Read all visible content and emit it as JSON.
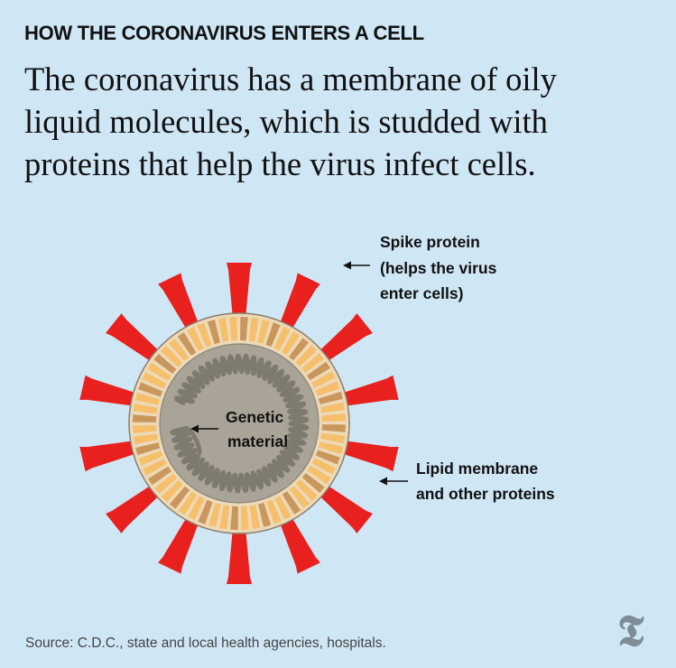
{
  "header": {
    "kicker": "HOW THE CORONAVIRUS ENTERS A CELL",
    "headline_lines": [
      "The coronavirus has a membrane of oily",
      "liquid molecules, which is studded with",
      "proteins that help the virus infect cells."
    ]
  },
  "labels": {
    "spike": [
      "Spike protein",
      "(helps the virus",
      "enter cells)"
    ],
    "genetic": [
      "Genetic",
      "material"
    ],
    "lipid": [
      "Lipid membrane",
      "and other proteins"
    ]
  },
  "footer": {
    "source": "Source: C.D.C., state and local health agencies, hospitals."
  },
  "logo": {
    "icon": "nyt-t-logo-icon",
    "text": "𝕿"
  },
  "colors": {
    "background": "#cfe6f5",
    "spike": "#e8201e",
    "membrane_light": "#f6bf6b",
    "membrane_dark": "#c9965c",
    "core": "#a9a296",
    "rna": "#7f7a70"
  }
}
